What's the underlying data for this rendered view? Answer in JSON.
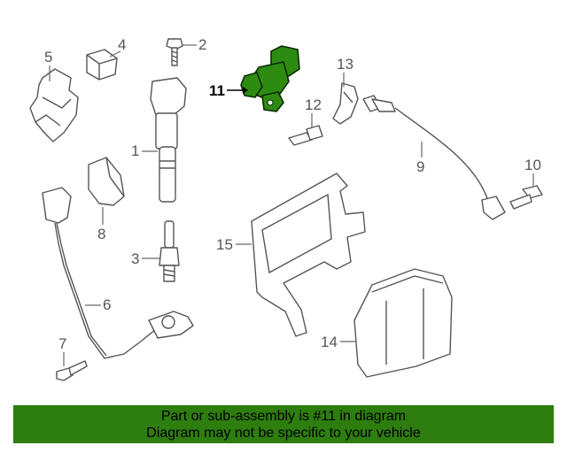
{
  "callouts": {
    "c1": "1",
    "c2": "2",
    "c3": "3",
    "c4": "4",
    "c5": "5",
    "c6": "6",
    "c7": "7",
    "c8": "8",
    "c9": "9",
    "c10": "10",
    "c11": "11",
    "c12": "12",
    "c13": "13",
    "c14": "14",
    "c15": "15"
  },
  "highlight": {
    "part_number": "11",
    "color": "#2e8b12"
  },
  "banner": {
    "line1": "Part or sub-assembly is #11 in diagram",
    "line2": "Diagram may not be specific to your vehicle",
    "background": "#2e7d0f"
  }
}
